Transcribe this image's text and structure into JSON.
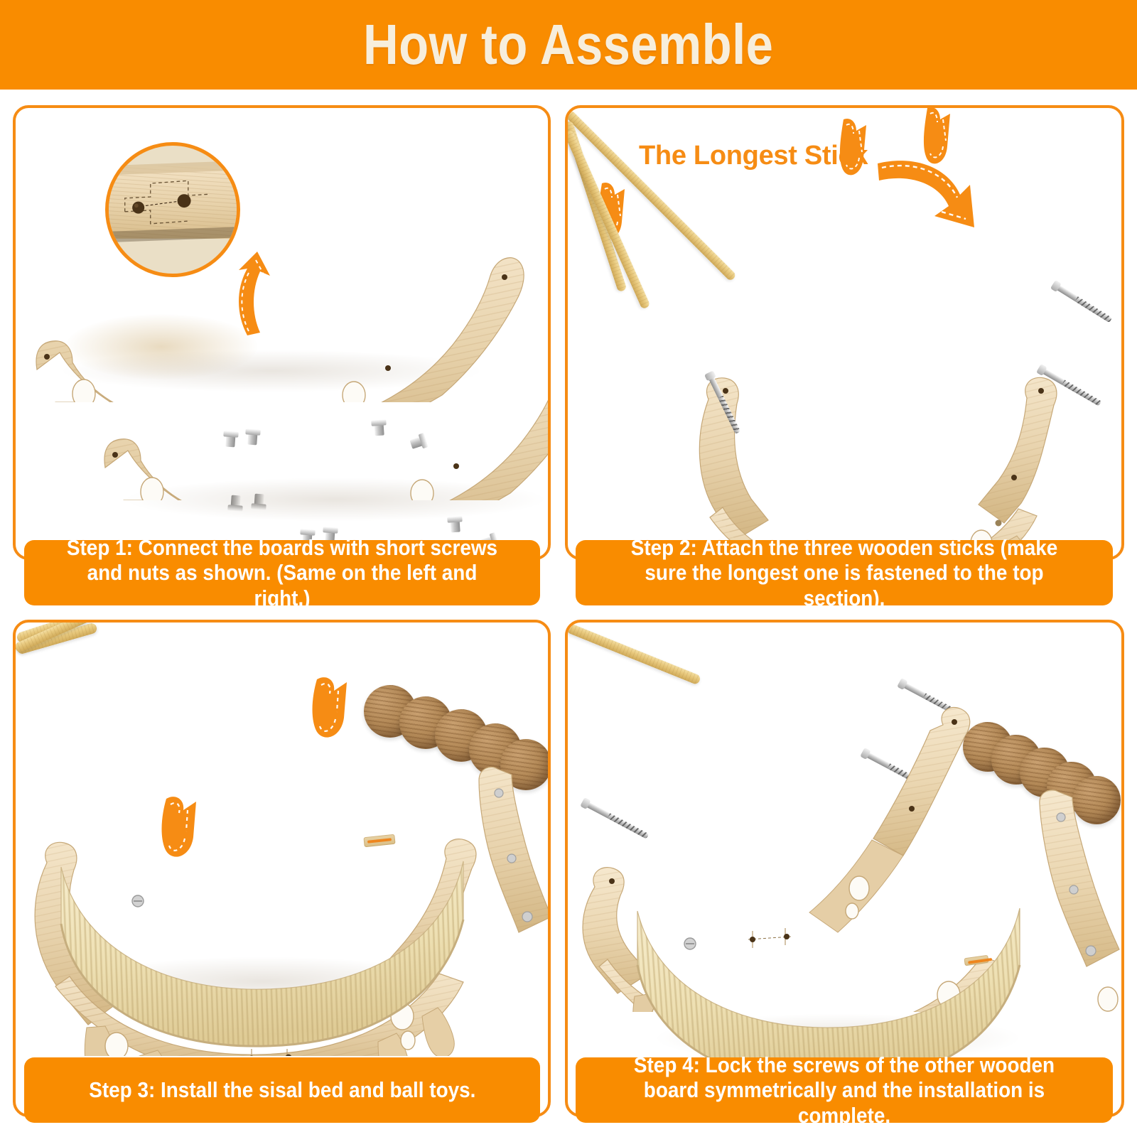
{
  "header": {
    "title": "How to Assemble",
    "bg_color": "#F98C00",
    "title_color": "#F7EEDC"
  },
  "theme": {
    "accent_orange": "#F98C00",
    "border_orange": "#F68C14",
    "panel_bg": "#FFFFFF",
    "wood_light": "#E6CFA6",
    "dowel": "#E8C97E",
    "sisal_mat": "#EFE0B4",
    "sisal_ball": "#B48A58",
    "screw_silver": "#C0C0C0"
  },
  "panels": [
    {
      "id": "step-1",
      "caption": "Step 1: Connect the boards with short screws and nuts as shown. (Same on the left and right.)",
      "annotations": {
        "detail_inset": "zoomed-joint-detail",
        "arrow": "curved-arrow-up-left"
      },
      "parts": [
        "curved-wooden-rail-top",
        "curved-wooden-rail-bottom",
        "short-screws",
        "nuts"
      ]
    },
    {
      "id": "step-2",
      "caption": "Step 2: Attach the three wooden sticks (make sure the longest one is fastened to the top section).",
      "label": "The Longest Stick",
      "annotations": {
        "arrow_curved": "curved-arrow-to-longest-stick",
        "arrow_left": "arrow-down-left",
        "arrow_middle": "arrow-down-middle"
      },
      "parts": [
        "wooden-stick-long",
        "wooden-stick-medium",
        "wooden-stick-short",
        "assembled-rail",
        "long-screws"
      ]
    },
    {
      "id": "step-3",
      "caption": "Step 3: Install the sisal bed and ball toys.",
      "annotations": {
        "arrow_ball": "arrow-down-to-ball-toys",
        "arrow_mat": "arrow-down-to-sisal-bed"
      },
      "parts": [
        "sisal-hammock-bed",
        "sisal-ball-toys",
        "wooden-frame-one-side",
        "brand-tag"
      ]
    },
    {
      "id": "step-4",
      "caption": "Step 4: Lock the screws of the other wooden board symmetrically and the installation is complete.",
      "parts": [
        "complete-assembly",
        "second-wooden-board",
        "long-screws"
      ]
    }
  ]
}
